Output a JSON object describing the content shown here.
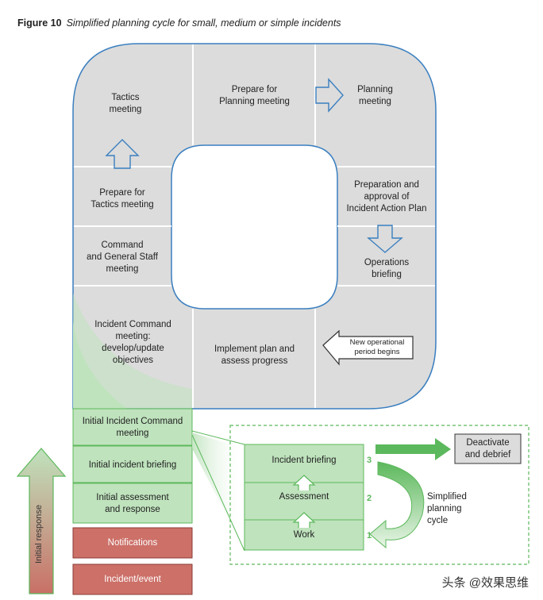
{
  "figure": {
    "number": "Figure 10",
    "caption": "Simplified planning cycle for small, medium or simple incidents"
  },
  "cycle": {
    "tactics_meeting": "Tactics\nmeeting",
    "prepare_planning": "Prepare for\nPlanning meeting",
    "planning_meeting": "Planning\nmeeting",
    "prepare_tactics": "Prepare for\nTactics meeting",
    "preparation_iap": "Preparation and\napproval of\nIncident Action Plan",
    "command_general_staff": "Command\nand General Staff\nmeeting",
    "operations_briefing": "Operations\nbriefing",
    "ic_meeting": "Incident Command\nmeeting:\ndevelop/update\nobjectives",
    "implement_plan": "Implement plan and\nassess progress",
    "new_operational_period": "New operational\nperiod begins"
  },
  "initial": {
    "ic_meeting": "Initial Incident Command\nmeeting",
    "briefing": "Initial incident briefing",
    "assessment": "Initial assessment\nand response",
    "notifications": "Notifications",
    "incident_event": "Incident/event",
    "initial_response": "Initial response"
  },
  "simplified": {
    "steps": [
      {
        "label": "Incident briefing",
        "number": "3"
      },
      {
        "label": "Assessment",
        "number": "2"
      },
      {
        "label": "Work",
        "number": "1"
      }
    ],
    "deactivate": "Deactivate\nand debrief",
    "cycle_label": "Simplified\nplanning\ncycle"
  },
  "watermark": "头条 @效果思维",
  "colors": {
    "grey_fill": "#dcdcdc",
    "blue_outline": "#3a7fc0",
    "green_fill": "#bfe3bd",
    "green_dark": "#5cb85c",
    "red_fill": "#cc7068"
  }
}
